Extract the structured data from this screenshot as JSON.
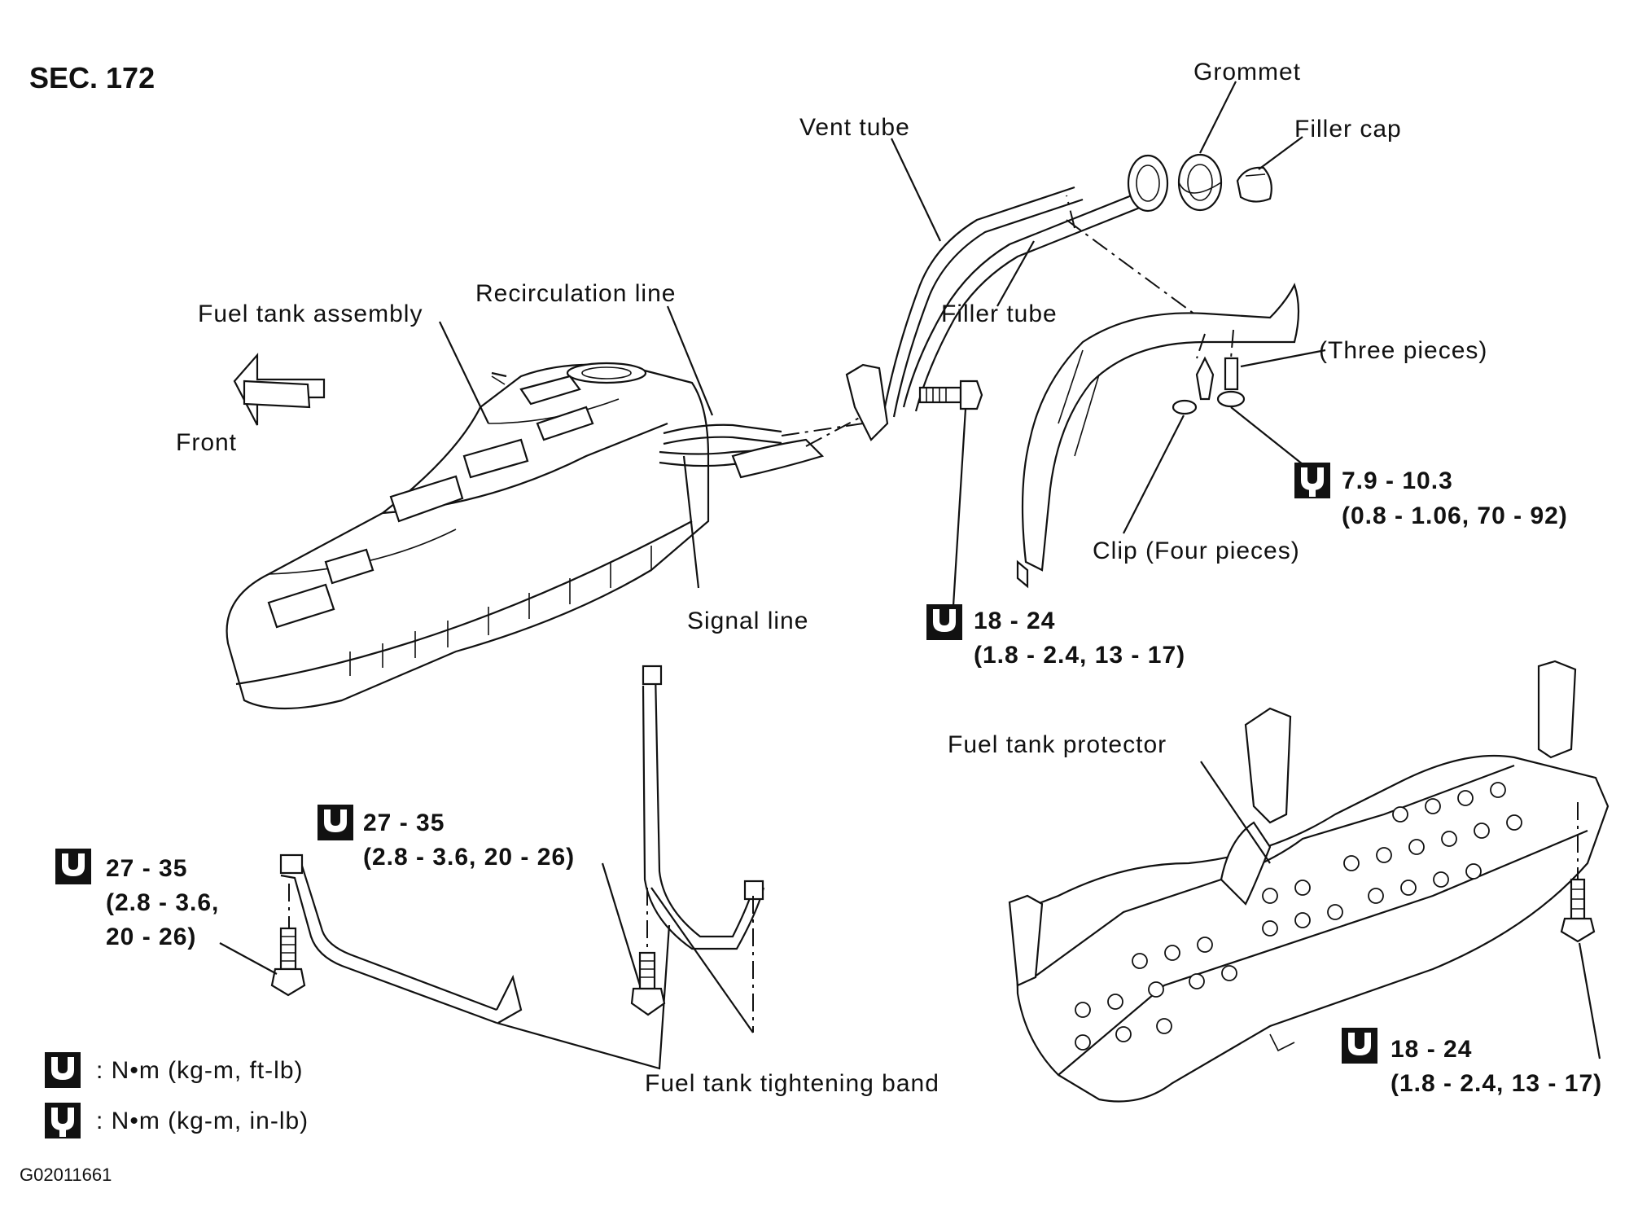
{
  "title": "SEC. 172",
  "figure_id": "G02011661",
  "labels": {
    "grommet": "Grommet",
    "filler_cap": "Filler cap",
    "vent_tube": "Vent tube",
    "recirculation_line": "Recirculation line",
    "fuel_tank_assembly": "Fuel tank assembly",
    "filler_tube": "Filler tube",
    "three_pieces": "(Three pieces)",
    "front": "Front",
    "clip_four_pieces": "Clip (Four pieces)",
    "signal_line": "Signal line",
    "fuel_tank_protector": "Fuel tank protector",
    "fuel_tank_tightening_band": "Fuel tank tightening band"
  },
  "torques": [
    {
      "id": "clip",
      "range": "7.9 - 10.3",
      "detail": "(0.8 - 1.06, 70 - 92)",
      "unit_type": "in-lb"
    },
    {
      "id": "filler-bolt",
      "range": "18 - 24",
      "detail": "(1.8 - 2.4, 13 - 17)",
      "unit_type": "ft-lb"
    },
    {
      "id": "band-right",
      "range": "27 - 35",
      "detail": "(2.8 - 3.6, 20 - 26)",
      "unit_type": "ft-lb"
    },
    {
      "id": "band-left",
      "range": "27 - 35",
      "detail_line1": "(2.8 - 3.6,",
      "detail_line2": "20 - 26)",
      "unit_type": "ft-lb"
    },
    {
      "id": "protector",
      "range": "18 - 24",
      "detail": "(1.8 - 2.4, 13 - 17)",
      "unit_type": "ft-lb"
    }
  ],
  "legend": [
    {
      "icon": "torque-wrench-icon",
      "text": ": N•m (kg-m, ft-lb)"
    },
    {
      "icon": "torque-wrench-filled-icon",
      "text": ": N•m (kg-m, in-lb)"
    }
  ]
}
